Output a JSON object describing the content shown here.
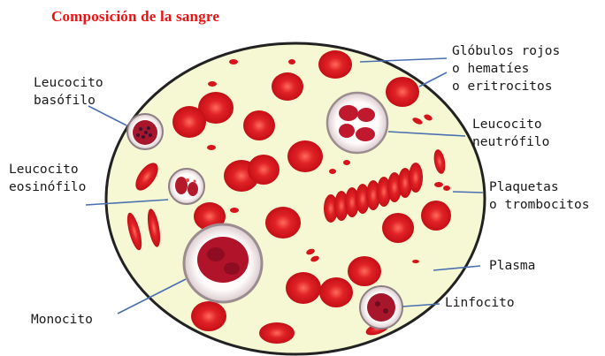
{
  "title": "Composición de la sangre",
  "colors": {
    "title": "#ee1111",
    "plasma": "#f6f8d4",
    "outline": "#222222",
    "rbc": "#d8141b",
    "rbc_center": "#ff5a4e",
    "nucleus": "#b40f20",
    "cell_wall": "#c9b7bc",
    "pointer": "#4a6fb0"
  },
  "labels": {
    "globulos": [
      "Glóbulos rojos",
      "o hematíes",
      "o eritrocitos"
    ],
    "basofilo": [
      "Leucocito",
      "basófilo"
    ],
    "neutrofilo": [
      "Leucocito",
      "neutrófilo"
    ],
    "eosinofilo": [
      "Leucocito",
      "eosinófilo"
    ],
    "plaquetas": [
      "Plaquetas",
      "o trombocitos"
    ],
    "plasma": [
      "Plasma"
    ],
    "monocito": [
      "Monocito"
    ],
    "linfocito": [
      "Linfocito"
    ]
  }
}
